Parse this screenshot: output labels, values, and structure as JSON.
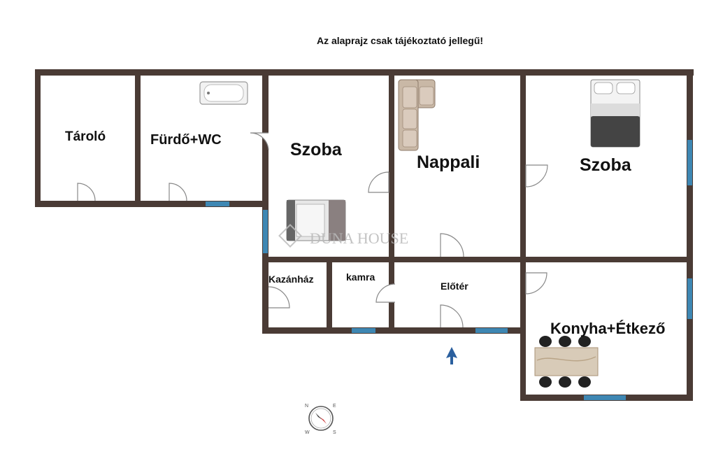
{
  "disclaimer": "Az alaprajz csak tájékoztató jellegű!",
  "rooms": {
    "taroló": "Tároló",
    "furdo": "Fürdő+WC",
    "szoba1": "Szoba",
    "nappali": "Nappali",
    "szoba2": "Szoba",
    "kazanhaz": "Kazánház",
    "kamra": "kamra",
    "eloter": "Előtér",
    "konyha": "Konyha+Étkező"
  },
  "watermark": "DUNA HOUSE",
  "icons": [
    "bathtub-icon",
    "sofa-icon",
    "double-bed-icon",
    "single-bed-icon",
    "dining-table-icon",
    "north-arrow-icon",
    "compass-icon",
    "door-swing-icon",
    "window-icon"
  ],
  "colors": {
    "wall": "#4a3b35",
    "window": "#3e87b3",
    "arrow": "#2a5f9e",
    "door": "#888888"
  }
}
